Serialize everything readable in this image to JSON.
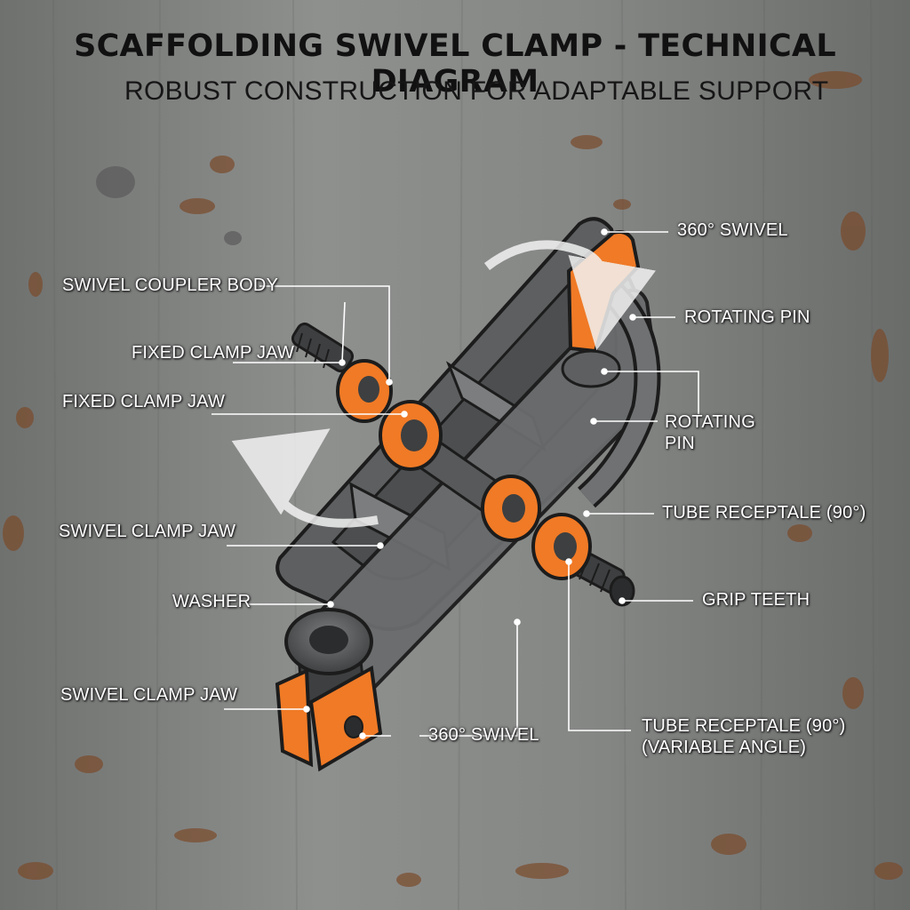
{
  "header": {
    "title": "SCAFFOLDING SWIVEL CLAMP - TECHNICAL DIAGRAM",
    "subtitle": "ROBUST CONSTRUCTION FOR ADAPTABLE SUPPORT"
  },
  "callouts": {
    "left": [
      "SWIVEL COUPLER BODY",
      "FIXED CLAMP JAW",
      "FIXED CLAMP JAW",
      "SWIVEL CLAMP JAW",
      "WASHER",
      "SWIVEL CLAMP JAW"
    ],
    "right": [
      "360° SWIVEL",
      "ROTATING PIN",
      "ROTATING",
      "PIN",
      "TUBE RECEPTALE (90°)",
      "GRIP TEETH",
      "TUBE RECEPTALE (90°)",
      "(VARIABLE ANGLE)"
    ],
    "bottom": "360° SWIVEL"
  },
  "colors": {
    "accent": "#f07a26",
    "accent_dark": "#b4531a",
    "body_gray": "#5d5f60",
    "body_gray_light": "#7b7d7e",
    "outline": "#1c1c1c",
    "background": "#8a8c8a",
    "rust": "#7a4a2a",
    "text_dark": "#111111",
    "label_text": "#ffffff"
  }
}
